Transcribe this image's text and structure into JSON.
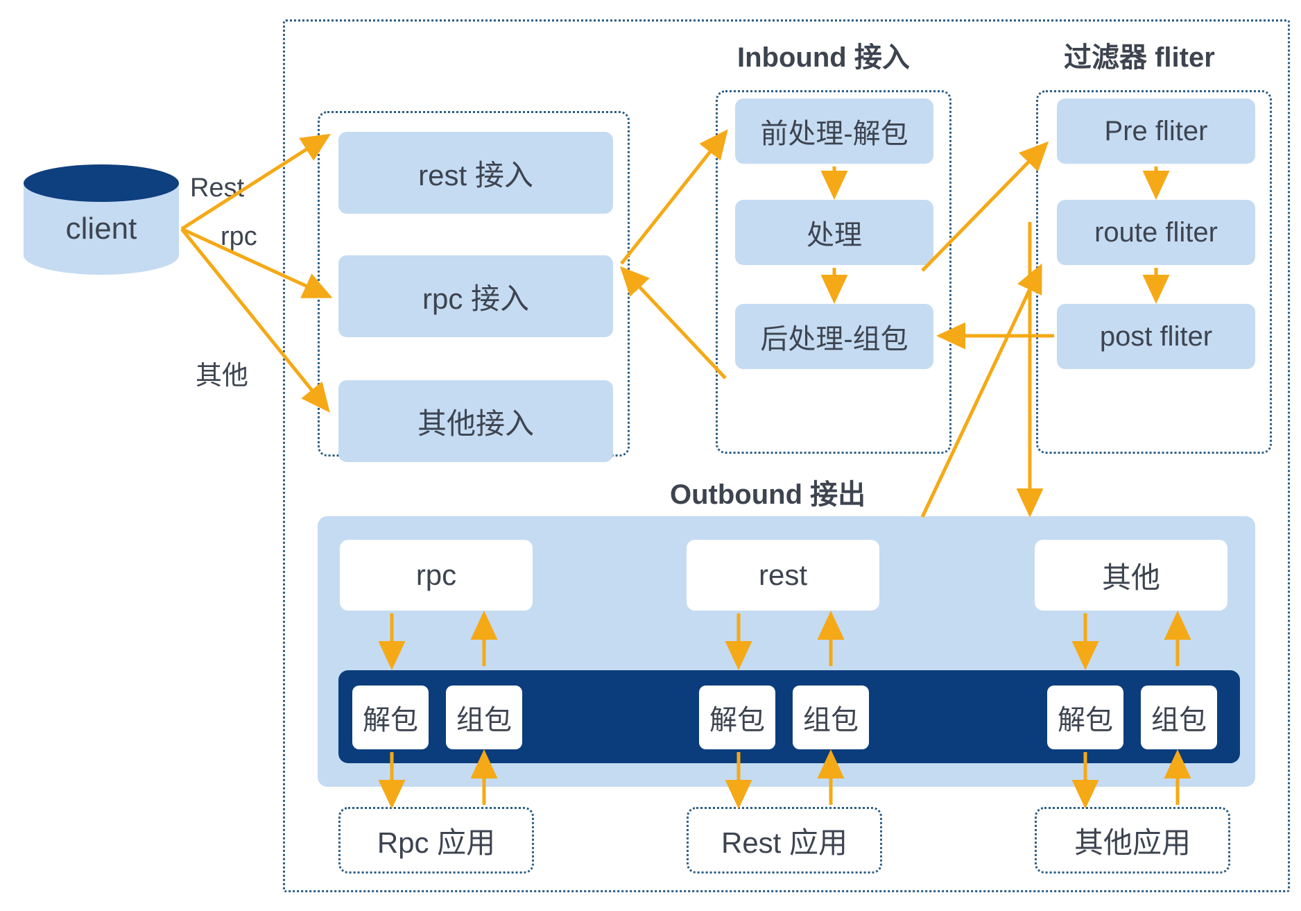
{
  "diagram": {
    "title_hidden": "",
    "colors": {
      "box_blue": "#c5dbf2",
      "navy": "#0b3d7d",
      "arrow": "#f5a916",
      "border_dotted": "#2b5d84",
      "text": "#3d4450"
    },
    "client": {
      "label": "client"
    },
    "edge_labels": {
      "rest": "Rest",
      "rpc": "rpc",
      "other": "其他"
    },
    "groups": [
      {
        "name": "access",
        "title": "",
        "items": [
          "rest 接入",
          "rpc 接入",
          "其他接入"
        ]
      },
      {
        "name": "inbound",
        "title": "Inbound 接入",
        "items": [
          "前处理-解包",
          "处理",
          "后处理-组包"
        ]
      },
      {
        "name": "filter",
        "title": "过滤器 fliter",
        "items": [
          "Pre fliter",
          "route fliter",
          "post fliter"
        ]
      }
    ],
    "outbound": {
      "title": "Outbound 接出",
      "protocols": [
        "rpc",
        "rest",
        "其他"
      ],
      "codec": {
        "decode": "解包",
        "encode": "组包"
      },
      "apps": [
        "Rpc 应用",
        "Rest 应用",
        "其他应用"
      ]
    }
  }
}
